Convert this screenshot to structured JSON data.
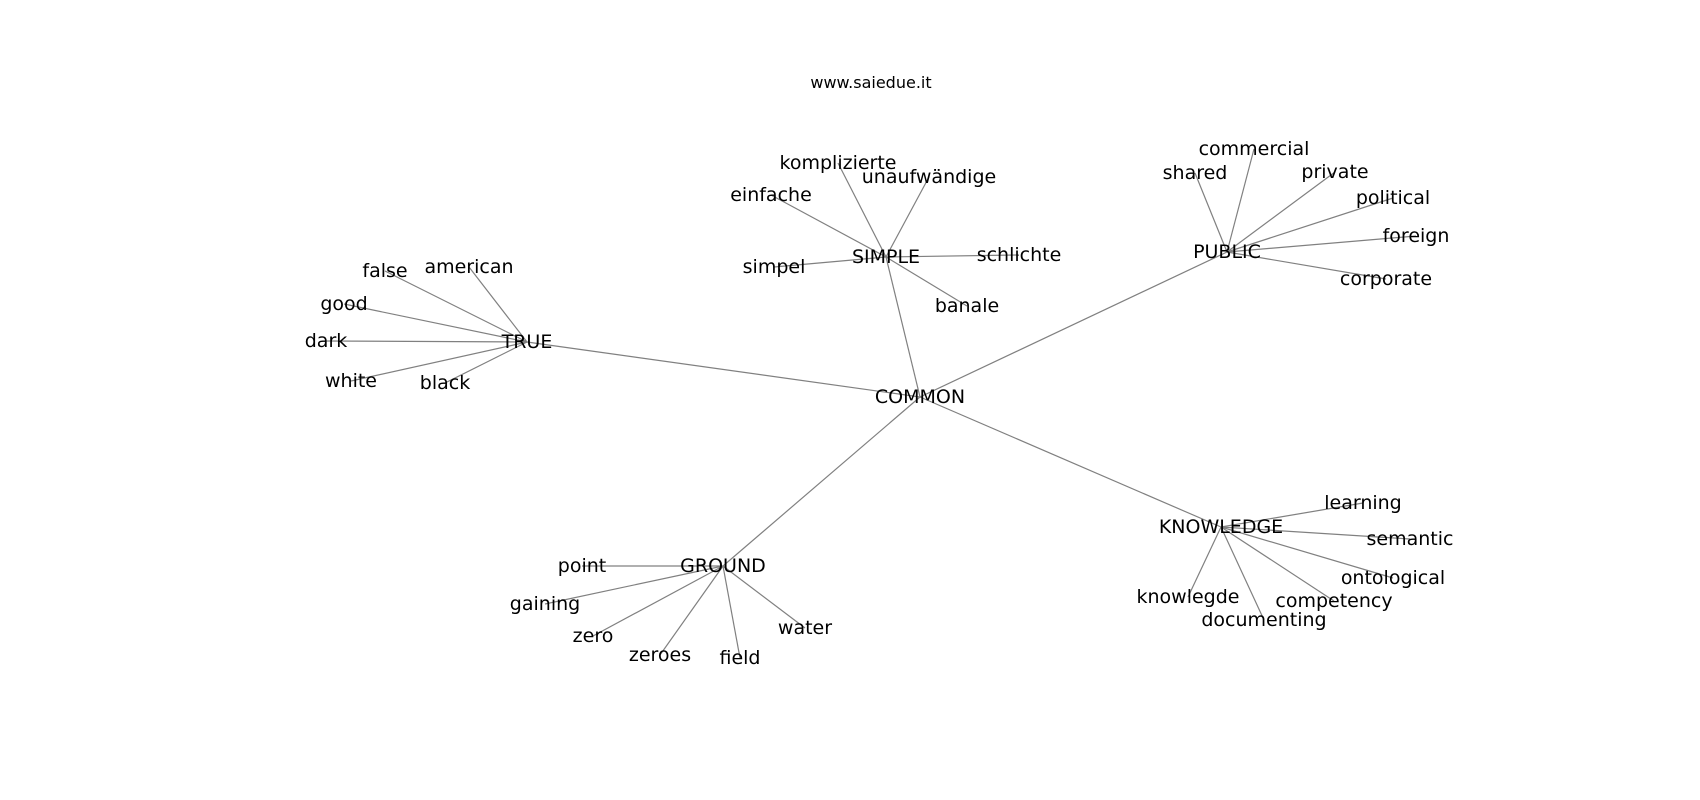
{
  "header": {
    "site_label": "www.saiedue.it"
  },
  "colors": {
    "edge": "#808080",
    "text": "#000000",
    "background": "#ffffff"
  },
  "graph": {
    "root": "COMMON",
    "hubs": [
      {
        "label": "SIMPLE",
        "leaves": [
          "komplizierte",
          "unaufwändige",
          "einfache",
          "simpel",
          "schlichte",
          "banale"
        ]
      },
      {
        "label": "PUBLIC",
        "leaves": [
          "commercial",
          "shared",
          "private",
          "political",
          "foreign",
          "corporate"
        ]
      },
      {
        "label": "TRUE",
        "leaves": [
          "false",
          "american",
          "good",
          "dark",
          "white",
          "black"
        ]
      },
      {
        "label": "GROUND",
        "leaves": [
          "point",
          "gaining",
          "zero",
          "zeroes",
          "field",
          "water"
        ]
      },
      {
        "label": "KNOWLEDGE",
        "leaves": [
          "learning",
          "semantic",
          "ontological",
          "competency",
          "documenting",
          "knowlegde"
        ]
      }
    ]
  }
}
